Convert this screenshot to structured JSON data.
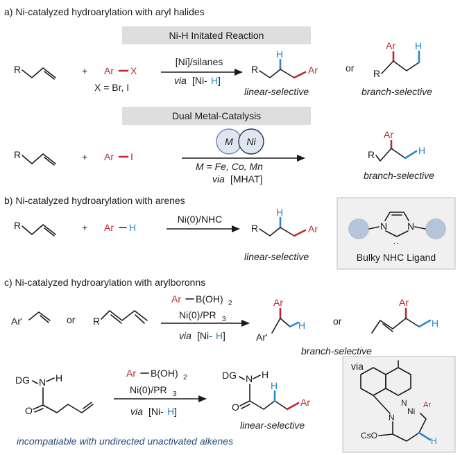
{
  "section_a": {
    "title": "a) Ni-catalyzed hydroarylation with aryl halides",
    "banner1": "Ni-H Initated Reaction",
    "banner2": "Dual Metal-Catalysis",
    "plus": "+",
    "ar": "Ar",
    "x": "X",
    "i": "I",
    "r": "R",
    "h": "H",
    "x_eq": "X = Br, I",
    "reagent_top": "[Ni]/silanes",
    "via_word": "via",
    "nih_prefix": "[Ni-",
    "nih_h": "H",
    "nih_suffix": "]",
    "or": "or",
    "linear": "linear-selective",
    "branch": "branch-selective",
    "m": "M",
    "ni": "Ni",
    "metals": "M = Fe, Co, Mn",
    "mhat": "[MHAT]"
  },
  "section_b": {
    "title": "b) Ni-catalyzed hydroarylation with arenes",
    "reagent": "Ni(0)/NHC",
    "ligand_label": "Bulky NHC Ligand",
    "n": "N",
    "lone_pair": "··"
  },
  "section_c": {
    "title": "c) Ni-catalyzed hydroarylation with arylboronns",
    "ar_prime": "Ar'",
    "boronic": "B(OH)",
    "sub2": "2",
    "ni_pr3": "Ni(0)/PR",
    "sub3": "3",
    "dg": "DG",
    "o": "O",
    "via_box": "via",
    "cso": "CsO",
    "note": "incompatiable with undirected unactivated alkenes"
  },
  "colors": {
    "red": "#c0262d",
    "blue": "#2a86c5",
    "banner_bg": "#dedede",
    "navy": "#2a4a78"
  }
}
